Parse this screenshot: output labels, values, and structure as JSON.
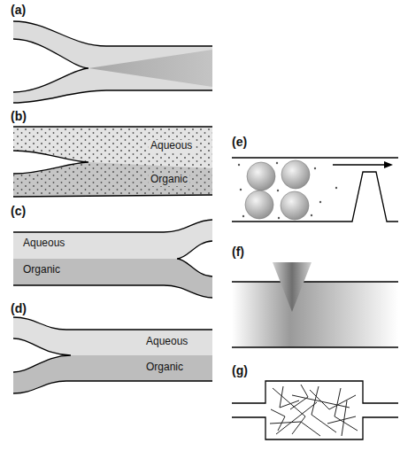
{
  "diagram": {
    "labels": [
      "(a)",
      "(b)",
      "Aqueous",
      "Organic",
      "(c)",
      "Aqueous",
      "Organic",
      "(d)",
      "Aqueous",
      "Organic",
      "(e)",
      "(f)",
      "(g)"
    ]
  }
}
